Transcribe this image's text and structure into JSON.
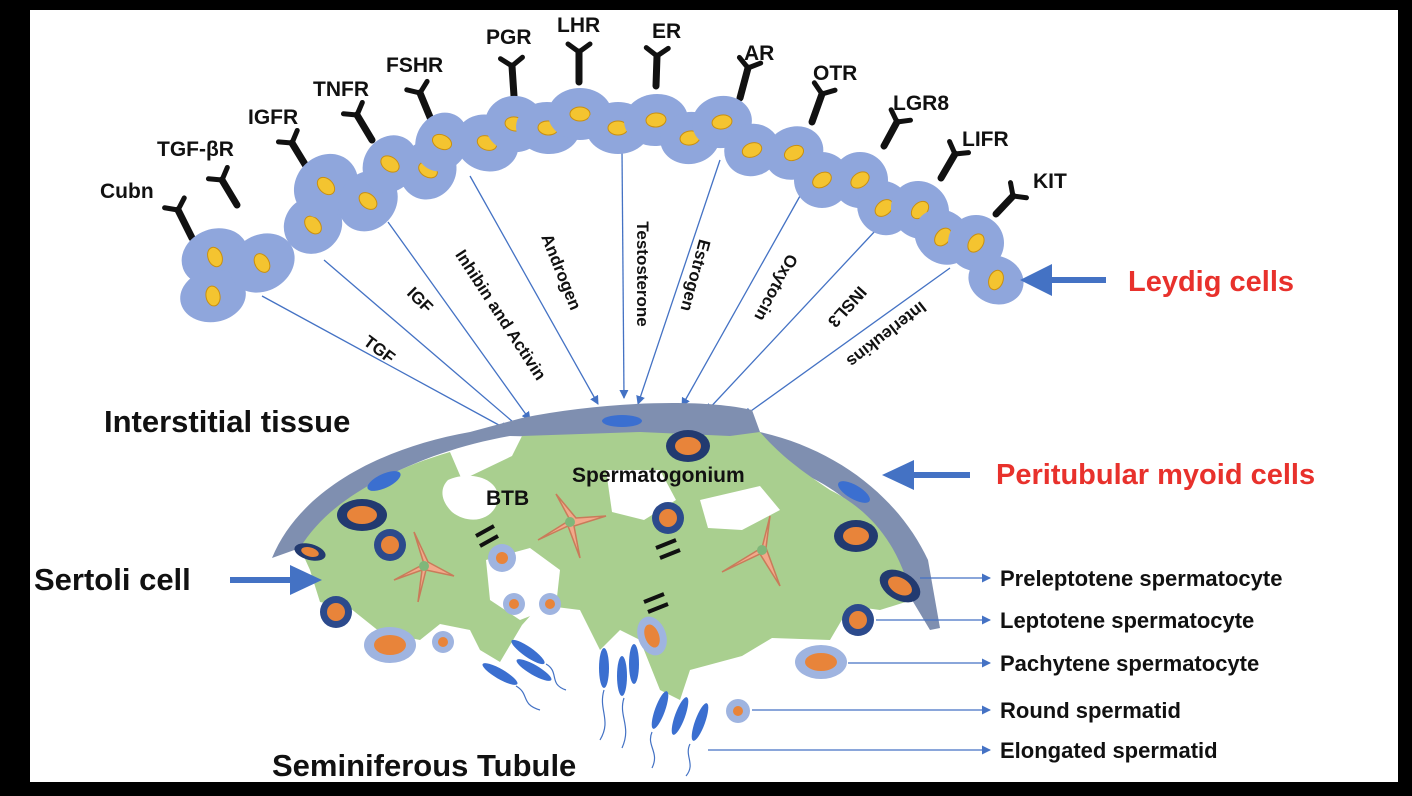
{
  "receptors": [
    "Cubn",
    "TGF-βR",
    "IGFR",
    "TNFR",
    "FSHR",
    "PGR",
    "LHR",
    "ER",
    "AR",
    "OTR",
    "LGR8",
    "LIFR",
    "KIT"
  ],
  "ligands": [
    "TGF",
    "IGF",
    "Inhibin and Activin",
    "Androgen",
    "Testosterone",
    "Estrogen",
    "Oxytocin",
    "INSL3",
    "Interleukins"
  ],
  "labels": {
    "leydig": "Leydig cells",
    "interstitial": "Interstitial tissue",
    "peritubular": "Peritubular myoid cells",
    "spermatogonium": "Spermatogonium",
    "btb": "BTB",
    "sertoli": "Sertoli cell",
    "tubule": "Seminiferous Tubule"
  },
  "germ_cells": [
    "Preleptotene spermatocyte",
    "Leptotene spermatocyte",
    "Pachytene spermatocyte",
    "Round spermatid",
    "Elongated spermatid"
  ],
  "colors": {
    "leydig_cell": "#8fa6dc",
    "nucleus": "#f4c430",
    "myoid": "#7f8fb0",
    "sertoli": "#a9cf8f",
    "arrow": "#4472c4",
    "accent_red": "#e8312c",
    "germ_nucleus": "#e8843a",
    "germ_outline": "#223a70"
  }
}
